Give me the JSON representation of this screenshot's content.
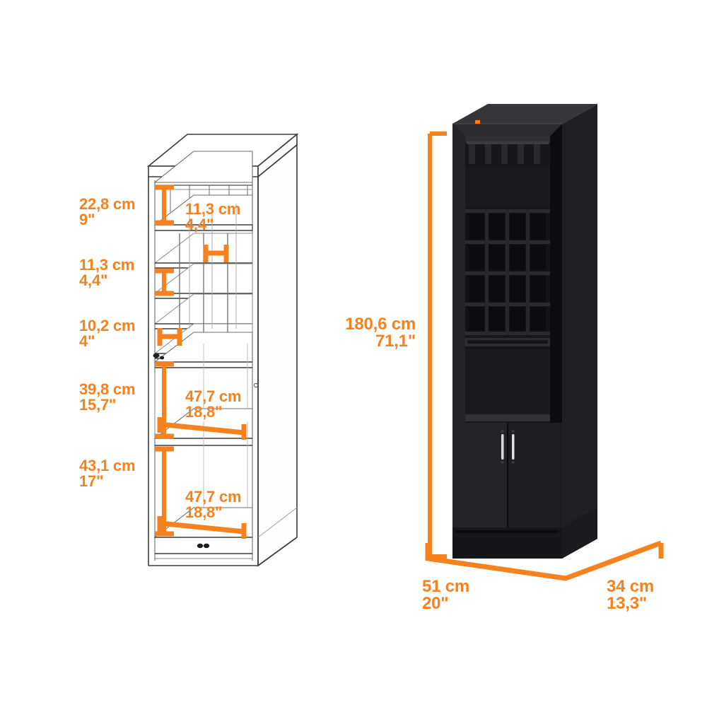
{
  "page": {
    "type": "product-dimension-diagram",
    "background_color": "#FFFFFF",
    "accent_color": "#F5821F",
    "product_color": "#1C1C1E"
  },
  "left_view": {
    "name": "wireframe-line-drawing",
    "description": "outline perspective drawing of bar cabinet",
    "interior_dimensions": [
      {
        "id": "stemware-zone-height",
        "cm": "22,8 cm",
        "inch": "9\""
      },
      {
        "id": "top-shelf-height",
        "cm": "11,3 cm",
        "inch": "4,4\""
      },
      {
        "id": "cubby-row-height",
        "cm": "11,3 cm",
        "inch": "4,4\""
      },
      {
        "id": "cubby-cell-width",
        "cm": "10,2 cm",
        "inch": "4\""
      },
      {
        "id": "open-shelf-height",
        "cm": "39,8 cm",
        "inch": "15,7\""
      },
      {
        "id": "cabinet-zone-height",
        "cm": "43,1 cm",
        "inch": "17\""
      },
      {
        "id": "open-shelf-width",
        "cm": "47,7 cm",
        "inch": "18,8\""
      },
      {
        "id": "cabinet-zone-width",
        "cm": "47,7 cm",
        "inch": "18,8\""
      }
    ]
  },
  "right_view": {
    "name": "rendered-product-black",
    "overall_dimensions": [
      {
        "id": "overall-height",
        "cm": "180,6 cm",
        "inch": "71,1\""
      },
      {
        "id": "overall-width",
        "cm": "51 cm",
        "inch": "20\""
      },
      {
        "id": "overall-depth",
        "cm": "34 cm",
        "inch": "13,3\""
      }
    ],
    "features": {
      "stemware_rack_slots": 5,
      "wine_cubby_rows": 4,
      "wine_cubby_columns": 4,
      "door_count": 2,
      "handle_count": 2
    }
  }
}
